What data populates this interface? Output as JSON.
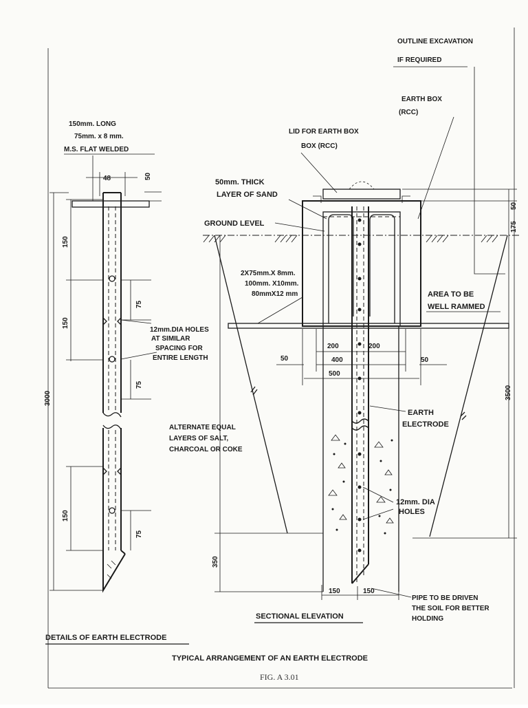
{
  "left_detail": {
    "flat_label_1": "150mm. LONG",
    "flat_label_2": "75mm. x 8 mm.",
    "flat_label_3": "M.S. FLAT WELDED",
    "dim_48": "48",
    "dim_50_top": "50",
    "dim_150_a": "150",
    "dim_150_b": "150",
    "dim_150_c": "150",
    "dim_75_a": "75",
    "dim_75_b": "75",
    "dim_75_c": "75",
    "dim_3000": "3000",
    "holes_1": "12mm.DIA HOLES",
    "holes_2": "AT SIMILAR",
    "holes_3": "SPACING FOR",
    "holes_4": "ENTIRE LENGTH",
    "caption": "DETAILS OF EARTH ELECTRODE"
  },
  "section": {
    "outline_1": "OUTLINE EXCAVATION",
    "outline_2": "IF REQUIRED",
    "earth_box_1": "EARTH BOX",
    "earth_box_2": "(RCC)",
    "lid_1": "LID FOR EARTH BOX",
    "lid_2": "BOX (RCC)",
    "sand_1": "50mm. THICK",
    "sand_2": "LAYER OF SAND",
    "ground_level": "GROUND LEVEL",
    "flat_1": "2X75mm.X 8mm.",
    "flat_2": "100mm. X10mm.",
    "flat_3": "80mmX12 mm",
    "rammed_1": "AREA TO BE",
    "rammed_2": "WELL RAMMED",
    "dim_200_l": "200",
    "dim_200_r": "200",
    "dim_400": "400",
    "dim_500": "500",
    "dim_50_l": "50",
    "dim_50_r": "50",
    "dim_50_side": "50",
    "dim_175": "175",
    "dim_3500": "3500",
    "dim_350": "350",
    "dim_150_l": "150",
    "dim_150_r": "150",
    "electrode_1": "EARTH",
    "electrode_2": "ELECTRODE",
    "salt_1": "ALTERNATE EQUAL",
    "salt_2": "LAYERS OF SALT,",
    "salt_3": "CHARCOAL OR COKE",
    "holes_1": "12mm. DIA",
    "holes_2": "HOLES",
    "pipe_1": "PIPE TO  BE DRIVEN",
    "pipe_2": "THE SOIL FOR BETTER",
    "pipe_3": "HOLDING",
    "caption": "SECTIONAL ELEVATION"
  },
  "main_title": "TYPICAL  ARRANGEMENT OF AN EARTH ELECTRODE",
  "figure_number": "FIG. A 3.01"
}
